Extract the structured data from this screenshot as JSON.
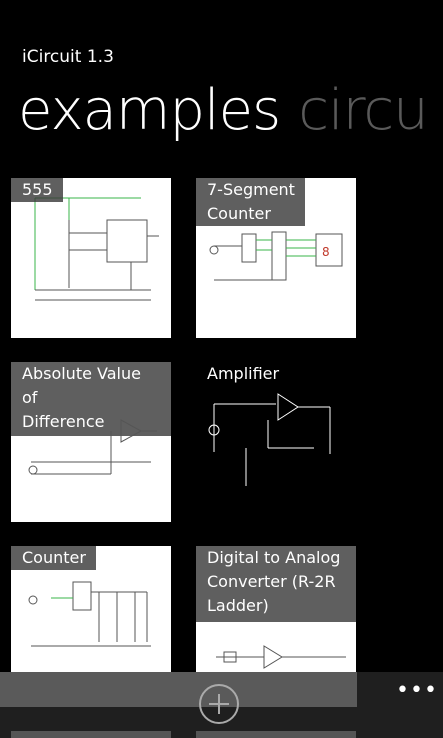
{
  "header": {
    "app_title": "iCircuit 1.3"
  },
  "pivot": {
    "active": "examples",
    "inactive": "circu"
  },
  "tiles": [
    {
      "label": "555"
    },
    {
      "label_lines": [
        "7-Segment",
        "Counter"
      ]
    },
    {
      "label_lines": [
        "Absolute Value of",
        "Difference",
        "Amplifier"
      ]
    },
    {
      "label": "Amplifier"
    },
    {
      "label": "Counter"
    },
    {
      "label_lines": [
        "Digital to Analog",
        "Converter (R-2R",
        "Ladder)"
      ]
    }
  ],
  "appbar": {
    "more": "•••"
  },
  "colors": {
    "wire": "#39b54a",
    "background": "#000000",
    "tile_label_bg": "#3c3c3c"
  }
}
